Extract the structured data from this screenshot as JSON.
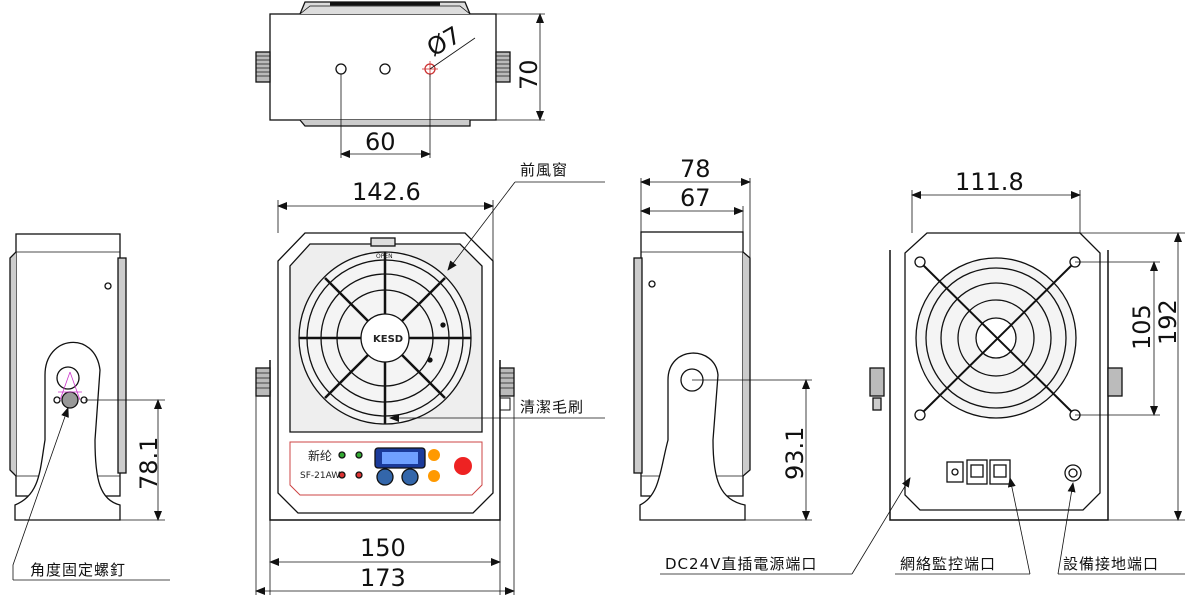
{
  "dimensions": {
    "top_width": "70",
    "top_hole_spacing": "60",
    "top_hole_dia": "Ø7",
    "front_width": "142.6",
    "front_inner": "150",
    "front_outer": "173",
    "side_depth_outer": "78",
    "side_depth_inner": "67",
    "side_height": "93.1",
    "left_height": "78.1",
    "rear_width": "111.8",
    "rear_hole_spacing": "105",
    "rear_height": "192"
  },
  "callouts": {
    "front_window": "前風窗",
    "cleaning_brush": "清潔毛刷",
    "angle_screw": "角度固定螺釘",
    "dc_jack": "DC24V直插電源端口",
    "network_port": "網絡監控端口",
    "ground_port": "設備接地端口"
  },
  "panel": {
    "brand": "新纶",
    "model": "SF-21AW",
    "fan_label": "OPEN",
    "hub_label": "KESD"
  }
}
